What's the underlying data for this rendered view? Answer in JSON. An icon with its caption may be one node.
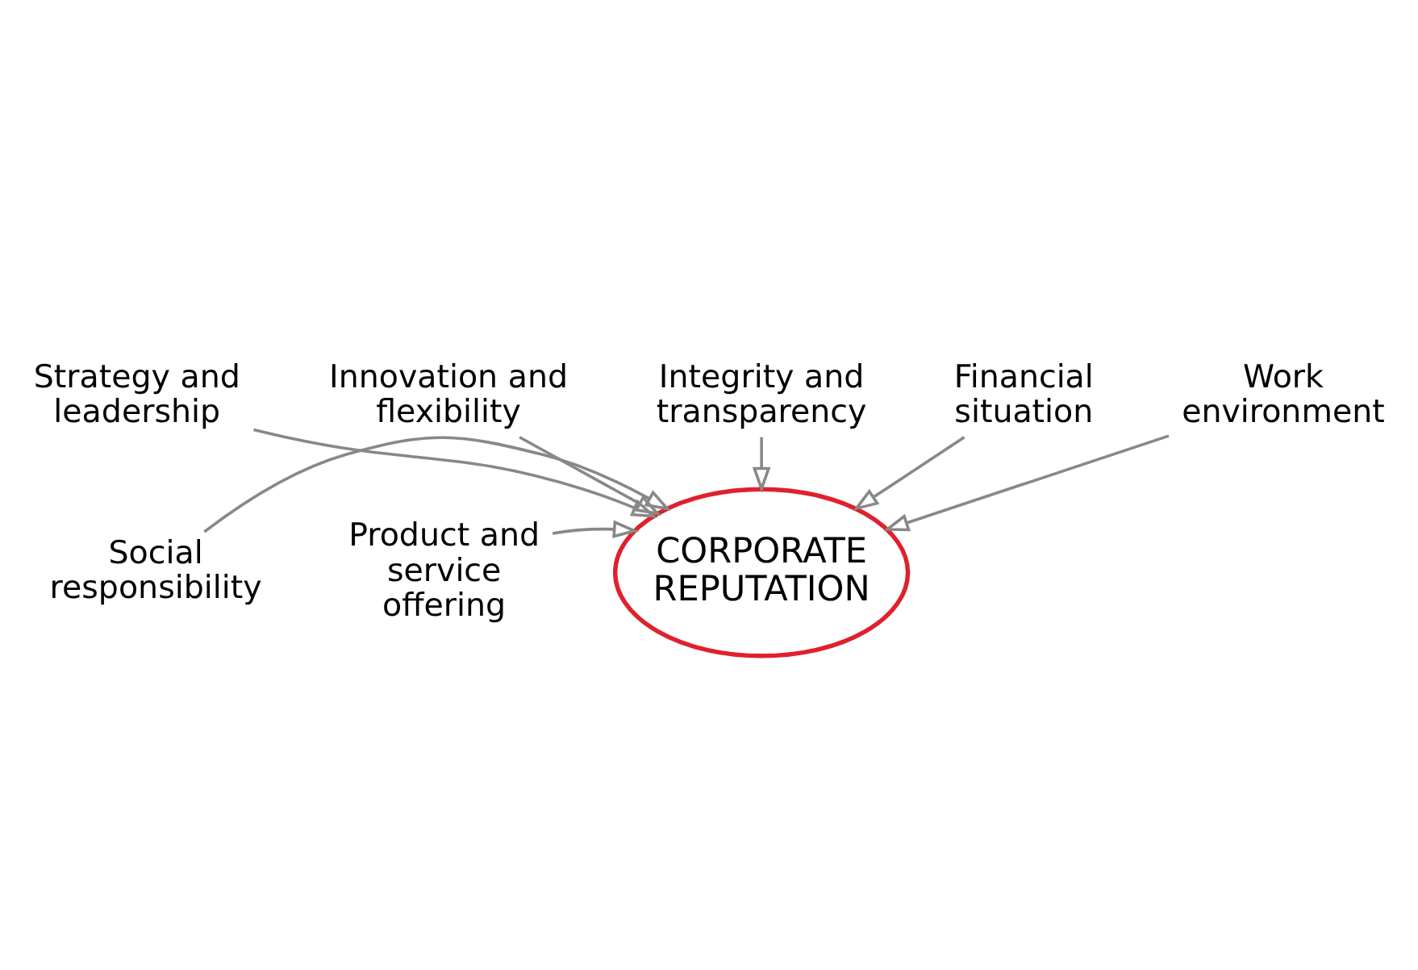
{
  "diagram": {
    "nodes": [
      {
        "text": [
          "Strategy and leadership"
        ]
      },
      {
        "text": [
          "Innovation and flexibility"
        ]
      },
      {
        "text": [
          "Integrity and transparency"
        ]
      },
      {
        "text": [
          "CORPORATE REPUTATION"
        ]
      },
      {
        "text": [
          "Product and service offering"
        ]
      },
      {
        "text": [
          "Social responsibility"
        ]
      },
      {
        "text": [
          "Financial situation"
        ]
      },
      {
        "text": [
          "Work environment"
        ]
      }
    ],
    "edges": [
      {
        "from": 0,
        "to": 3,
        "arrow": "to"
      },
      {
        "from": 1,
        "to": 3,
        "arrow": "to"
      },
      {
        "from": 2,
        "to": 3,
        "arrow": "to"
      },
      {
        "from": 4,
        "to": 3,
        "arrow": "to"
      },
      {
        "from": 5,
        "to": 3,
        "arrow": "to"
      },
      {
        "from": 6,
        "to": 3,
        "arrow": "to"
      },
      {
        "from": 7,
        "to": 3,
        "arrow": "to"
      }
    ]
  }
}
